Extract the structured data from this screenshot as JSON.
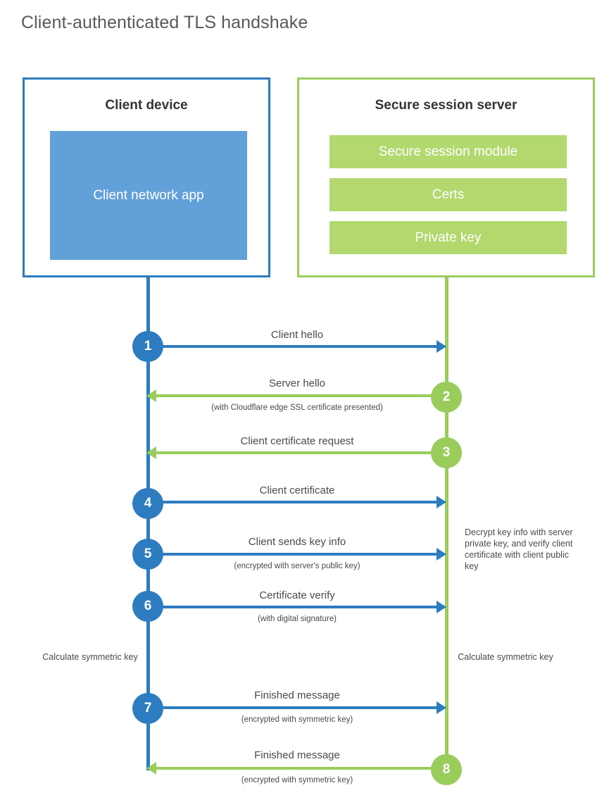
{
  "diagram": {
    "title": "Client-authenticated TLS handshake",
    "colors": {
      "client_blue": "#2d7cbf",
      "client_app_blue": "#62a0d9",
      "server_green": "#9acc5c",
      "server_bar_green": "#b2d86e",
      "text_gray": "#4a4a4a",
      "title_gray": "#58595b"
    }
  },
  "actors": {
    "client": {
      "title": "Client device",
      "components": [
        {
          "label": "Client network app"
        }
      ]
    },
    "server": {
      "title": "Secure session server",
      "components": [
        {
          "label": "Secure session module"
        },
        {
          "label": "Certs"
        },
        {
          "label": "Private key"
        }
      ]
    }
  },
  "steps": [
    {
      "number": "1",
      "label": "Client hello",
      "sublabel": "",
      "direction": "client-to-server",
      "color": "blue"
    },
    {
      "number": "2",
      "label": "Server hello",
      "sublabel": "(with Cloudflare edge SSL certificate presented)",
      "direction": "server-to-client",
      "color": "green"
    },
    {
      "number": "3",
      "label": "Client certificate request",
      "sublabel": "",
      "direction": "server-to-client",
      "color": "green"
    },
    {
      "number": "4",
      "label": "Client certificate",
      "sublabel": "",
      "direction": "client-to-server",
      "color": "blue"
    },
    {
      "number": "5",
      "label": "Client sends key info",
      "sublabel": "(encrypted with server's public key)",
      "direction": "client-to-server",
      "color": "blue"
    },
    {
      "number": "6",
      "label": "Certificate verify",
      "sublabel": "(with digital signature)",
      "direction": "client-to-server",
      "color": "blue"
    },
    {
      "number": "7",
      "label": "Finished message",
      "sublabel": "(encrypted with symmetric key)",
      "direction": "client-to-server",
      "color": "blue"
    },
    {
      "number": "8",
      "label": "Finished message",
      "sublabel": "(encrypted with symmetric key)",
      "direction": "server-to-client",
      "color": "green"
    }
  ],
  "annotations": {
    "server_decrypt": "Decrypt key info with server private key, and verify client certificate with client public key",
    "client_calculate": "Calculate symmetric key",
    "server_calculate": "Calculate symmetric key"
  }
}
